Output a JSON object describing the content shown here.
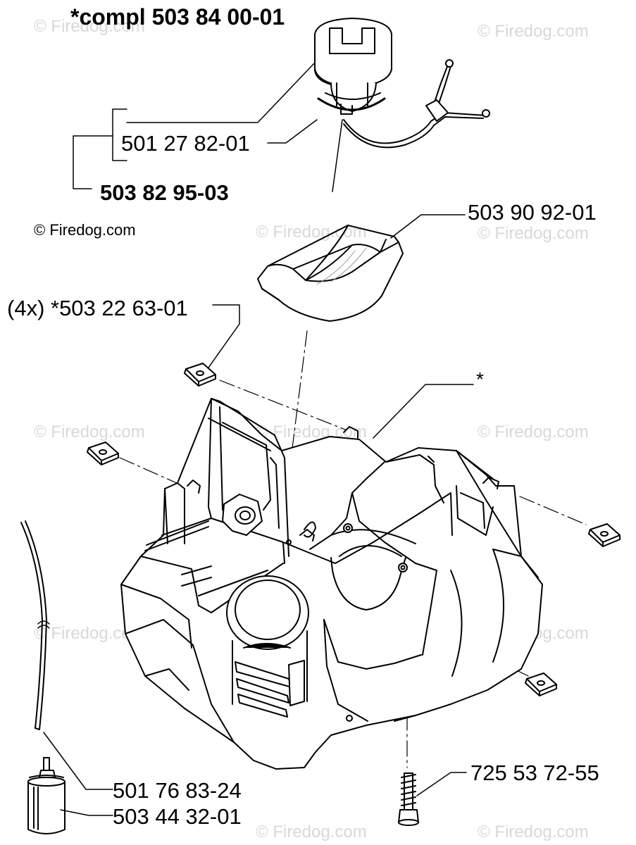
{
  "labels": {
    "assembly": "*compl 503 84 00-01",
    "cap_seal": "501 27 82-01",
    "cap_kit": "503 82 95-03",
    "shield": "503 90 92-01",
    "nut": "(4x) *503 22 63-01",
    "tank": "*",
    "hose": "501 76 83-24",
    "filter": "503 44 32-01",
    "screw": "725 53 72-55"
  },
  "watermark": {
    "text": "© Firedog.com"
  },
  "colors": {
    "ink": "#000000",
    "paper": "#ffffff",
    "watermark": "#d8d8d8",
    "shade": "#c8c8c8"
  }
}
